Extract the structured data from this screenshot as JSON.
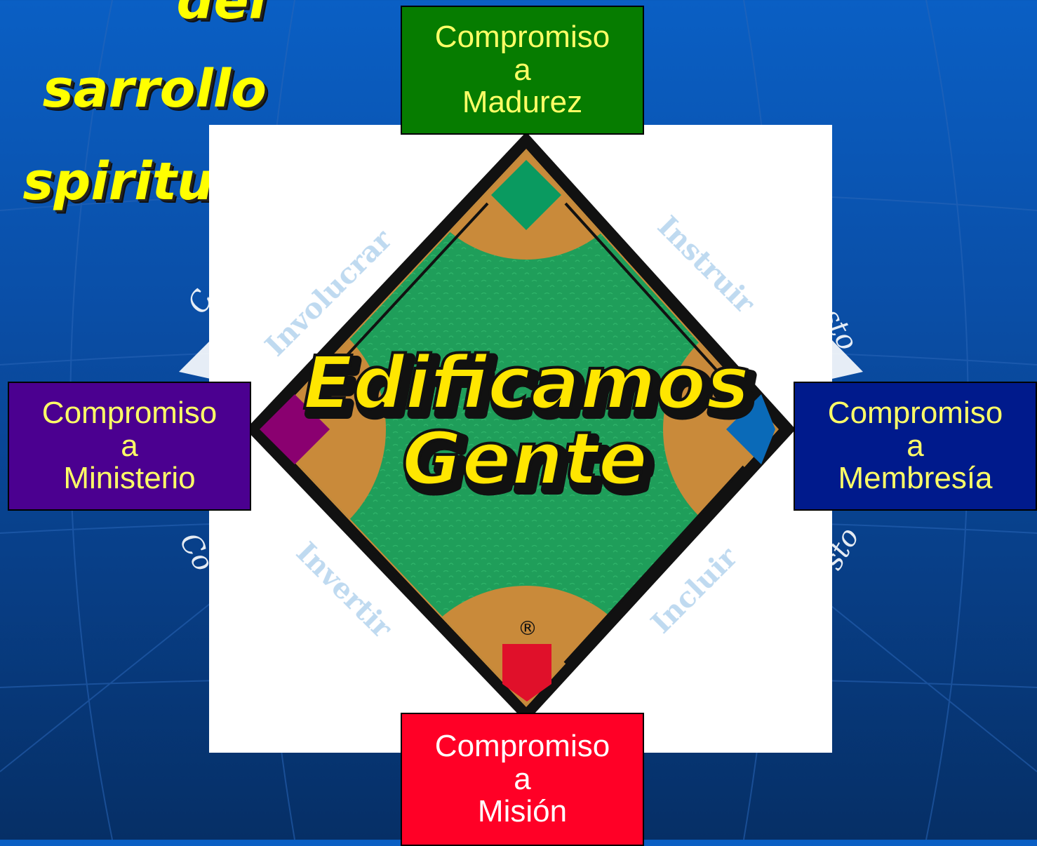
{
  "title": {
    "lines": [
      "del",
      "sarrollo",
      "spiritual"
    ]
  },
  "logo": {
    "line1": "Edificamos",
    "line2": "Gente",
    "registered_mark": "®"
  },
  "base_paths": {
    "top_left": "Involucrar",
    "top_right": "Instruir",
    "bottom_left": "Invertir",
    "bottom_right": "Incluir"
  },
  "side_fragments": {
    "upper_left": "C",
    "upper_right": "sto",
    "lower_left": "Co",
    "lower_right": "sto"
  },
  "commitments": {
    "top": {
      "line1": "Compromiso",
      "line2": "a",
      "line3": "Madurez"
    },
    "left": {
      "line1": "Compromiso",
      "line2": "a",
      "line3": "Ministerio"
    },
    "right": {
      "line1": "Compromiso",
      "line2": "a",
      "line3": "Membresía"
    },
    "bottom": {
      "line1": "Compromiso",
      "line2": "a",
      "line3": "Misión"
    }
  },
  "colors": {
    "top_box": "#067c00",
    "left_box": "#4b0090",
    "right_box": "#001a8c",
    "bottom_box": "#ff0026",
    "title_text": "#ffff00",
    "logo_text": "#ffe600",
    "box_text_yellow": "#ffff66",
    "field_green": "#1f9e5a",
    "infield_dirt": "#c98a3a"
  }
}
